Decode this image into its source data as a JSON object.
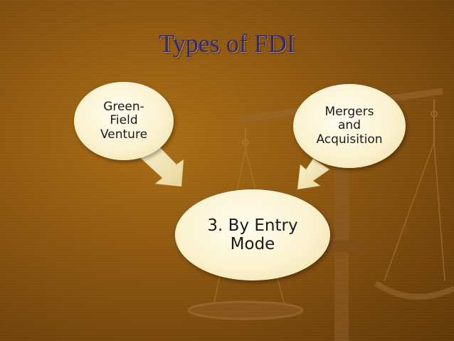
{
  "title": "Types of FDI",
  "nodes": {
    "green_field": [
      "Green-",
      "Field",
      "Venture"
    ],
    "mergers": [
      "Mergers",
      "and",
      "Acquisition"
    ],
    "entry_mode": [
      "3. By Entry",
      "Mode"
    ]
  },
  "colors": {
    "background": "#8a5410",
    "title": "#2f2a7a",
    "bubble": "#fbf2cf",
    "arrow": "#f3e4b0"
  },
  "icons": {
    "background_image": "balance-scale-icon"
  }
}
